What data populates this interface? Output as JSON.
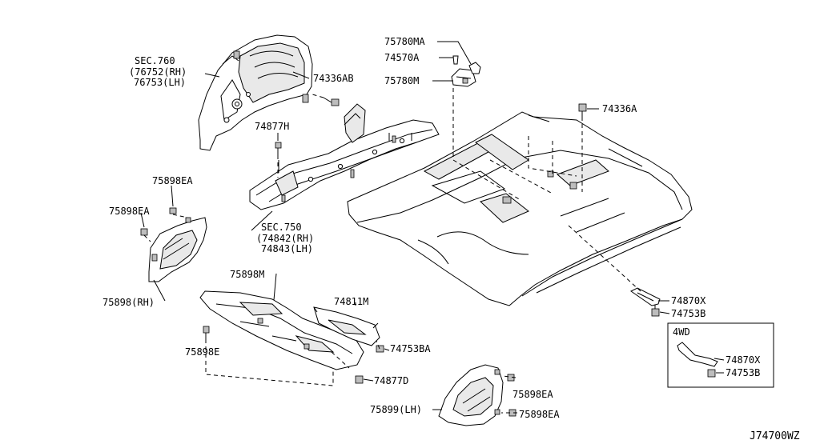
{
  "labels": {
    "sec760": "SEC.760",
    "p76752": "(76752(RH)",
    "p76753": "76753(LH)",
    "p74336AB": "74336AB",
    "p75780MA": "75780MA",
    "p74570A": "74570A",
    "p75780M": "75780M",
    "p74336A": "74336A",
    "p74877H": "74877H",
    "p75898EA_1": "75898EA",
    "p75898EA_2": "75898EA",
    "sec750": "SEC.750",
    "p74842": "(74842(RH)",
    "p74843": "74843(LH)",
    "p75898RH": "75898(RH)",
    "p75898M": "75898M",
    "p74811M": "74811M",
    "p74870X_1": "74870X",
    "p74753B_1": "74753B",
    "box4wd": "4WD",
    "p74870X_2": "74870X",
    "p74753B_2": "74753B",
    "p75898E": "75898E",
    "p74753BA": "74753BA",
    "p74877D": "74877D",
    "p75898EA_3": "75898EA",
    "p75899LH": "75899(LH)",
    "p75898EA_4": "75898EA",
    "diagram_id": "J74700WZ"
  }
}
